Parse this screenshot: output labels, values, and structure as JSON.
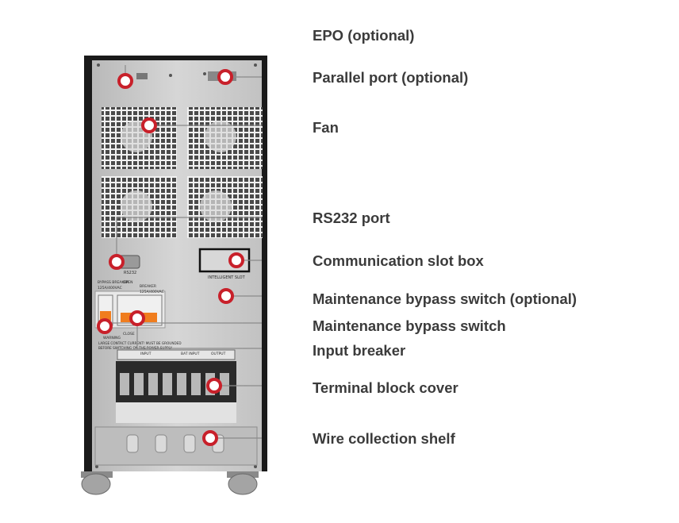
{
  "labels": [
    {
      "id": "epo",
      "text": "EPO (optional)"
    },
    {
      "id": "parallel",
      "text": "Parallel port (optional)"
    },
    {
      "id": "fan",
      "text": "Fan"
    },
    {
      "id": "rs232",
      "text": "RS232 port"
    },
    {
      "id": "comm",
      "text": "Communication slot box"
    },
    {
      "id": "mbs-opt",
      "text": "Maintenance bypass switch (optional)"
    },
    {
      "id": "mbs",
      "text": "Maintenance bypass switch"
    },
    {
      "id": "input",
      "text": "Input breaker"
    },
    {
      "id": "terminal",
      "text": "Terminal block cover"
    },
    {
      "id": "wire",
      "text": "Wire collection shelf"
    }
  ],
  "panel": {
    "rs232": "RS232",
    "intelligent_slot": "INTELLIGENT SLOT",
    "bypass_breaker": "BYPASS BREAKER",
    "bypass_rating": "125A/400VAC",
    "open": "OPEN",
    "breaker": "BREAKER",
    "breaker_rating": "125A/400VAC",
    "close": "CLOSE",
    "warning_title": "WARNING",
    "warning_line1": "LARGE CONTACT CURRENT! MUST BE GROUNDED",
    "warning_line2": "BEFORE SWITCHING ON THE POWER SUPPLY",
    "term_input": "INPUT",
    "term_bat": "BAT INPUT",
    "term_output": "OUTPUT"
  },
  "colors": {
    "label_text": "#3b3b3b",
    "marker_red": "#c8202a",
    "leader_line": "#8a8a8a",
    "cabinet_black": "#1a1a1a",
    "panel_gray": "#cfcfcf",
    "breaker_orange": "#f07d1e"
  }
}
